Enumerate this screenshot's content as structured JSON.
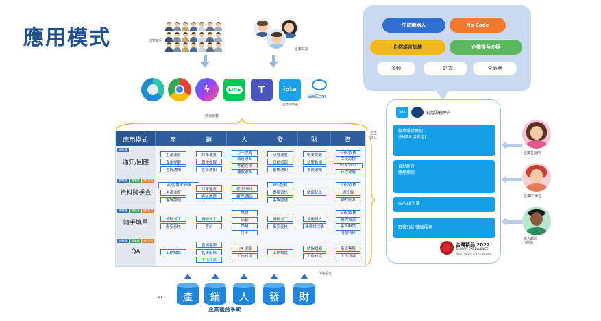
{
  "title": "應用模式",
  "external_label": "外部客戶",
  "employee_label": "企業員工",
  "apps": [
    {
      "name": "edge-icon",
      "color": "#1f8ad6",
      "text": ""
    },
    {
      "name": "chrome-icon",
      "color": "#e94235",
      "text": ""
    },
    {
      "name": "messenger-icon",
      "color": "#a040f0",
      "text": ""
    },
    {
      "name": "line-icon",
      "color": "#06c755",
      "text": "LINE"
    },
    {
      "name": "teams-icon",
      "color": "#4b53bc",
      "text": "T"
    },
    {
      "name": "iota-icon",
      "color": "#1aa2e8",
      "text": "iota"
    },
    {
      "name": "wecom-icon",
      "color": "#ffffff",
      "text": ""
    }
  ],
  "iota_app_label": "企業即時通",
  "wecom_label": "WeCom",
  "channel_label": "頻道嵌載",
  "matrix": {
    "corner": "應用模式",
    "columns": [
      "產",
      "銷",
      "人",
      "發",
      "財",
      "資"
    ],
    "rows": [
      "通知/回應",
      "資料隨手查",
      "隨手填單",
      "QA"
    ],
    "tags": {
      "r1": [
        "即時通"
      ],
      "r2": [
        "即時通",
        "雲端通",
        "自然語言"
      ],
      "r3": [
        "即時通",
        "雲端通",
        "自然語言"
      ],
      "r4": [
        "即時通",
        "雲端通",
        "自然語言"
      ]
    },
    "cells": {
      "r1": [
        [
          "生產進度",
          "異常提醒",
          "客訴通知"
        ],
        [
          "訂單進度",
          "異常提醒",
          "客訴通知"
        ],
        [
          "打卡提醒",
          "加班通知",
          "考勤簽核",
          "補假通知"
        ],
        [
          "研發進度",
          "日誌填報",
          "審核通知"
        ],
        [
          "帳支提醒",
          "決策數據",
          "業務通知"
        ],
        [
          "待辦/簽核",
          "二段認證",
          "VPN Pass",
          "行程提醒"
        ]
      ],
      "r2": [
        [
          "品項/專案明細",
          "生產進度",
          "客訴處理"
        ],
        [
          "訂單進度",
          "客訴處理"
        ],
        [
          "假/勤資訊",
          "課程/職缺"
        ],
        [
          "KM/記錄",
          "專案資訊",
          "客訴處理"
        ],
        [
          "讀報紀錄"
        ],
        [
          "待辦/簽核",
          "通訊錄",
          "KM/資源"
        ]
      ],
      "r3": [
        [
          "待辦派工",
          "衛安查核"
        ],
        [
          "待辦派工",
          "客訴"
        ],
        [
          "請假",
          "出勤",
          "請購",
          "打卡"
        ],
        [
          "待辦派工",
          "衛安查核"
        ],
        [
          "費用報支",
          "雜務請採購"
        ],
        [
          "待辦/簽核",
          "預約資源",
          "客訴申請",
          "問題叫修"
        ]
      ],
      "r4": [
        [
          "工作知識"
        ],
        [
          "官網客服",
          "售後服務",
          "工作知識"
        ],
        [
          "HR 規章",
          "工作知識"
        ],
        [
          "工作知識"
        ],
        [
          "請採規範",
          "工作知識"
        ],
        [
          "系統客服",
          "工作知識"
        ]
      ]
    },
    "side_label_top": "自主建立",
    "side_label_bottom": "介接設定"
  },
  "bubble": {
    "pills": [
      "生成機器人",
      "No Code",
      "自然語言訓練",
      "企業後台介接",
      "多頻",
      "一站式",
      "全落地"
    ],
    "colors": {
      "blue": "#2f6fcf",
      "orange": "#f07a2a",
      "yellow": "#f2b81a",
      "green": "#5cb85c"
    }
  },
  "platform": {
    "title": "對話服務平台",
    "modules": [
      "腳本設計模組\n(外部介接設定)",
      "自然語言\n應用模組",
      "AI/NLU引擎",
      "數據分析/體驗服務"
    ],
    "award_line1": "台灣精品 2022",
    "award_line2": "TAIWAN EXCELLENCE",
    "award_line3": "Everyday Excellence"
  },
  "personas": [
    "企業各部門",
    "企業IT 單位",
    "導入顧問\n(顧問)"
  ],
  "backend": {
    "ellipsis": "...",
    "systems": [
      "產",
      "銷",
      "人",
      "發",
      "財"
    ],
    "label": "企業後台系統"
  }
}
